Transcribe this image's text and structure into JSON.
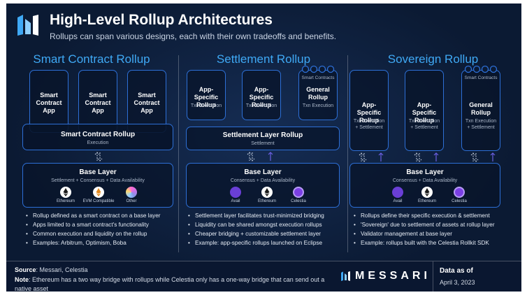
{
  "header": {
    "title": "High-Level Rollup Architectures",
    "subtitle": "Rollups can span various designs, each with their own tradeoffs and benefits."
  },
  "columns": {
    "smart": {
      "title": "Smart Contract Rollup",
      "apps": [
        "Smart\nContract\nApp",
        "Smart\nContract\nApp",
        "Smart\nContract\nApp"
      ],
      "rollup_title": "Smart Contract Rollup",
      "rollup_sub": "Execution",
      "base_title": "Base Layer",
      "base_sub": "Settlement + Consensus + Data Availability",
      "coins": [
        "Ethereum",
        "EVM Compatible",
        "Other"
      ],
      "bullets": [
        "Rollup defined as a smart contract on a base layer",
        "Apps limited to a smart contract's functionality",
        "Common execution and liquidity on the rollup",
        "Examples: Arbitrum, Optimism, Boba"
      ]
    },
    "settlement": {
      "title": "Settlement Rollup",
      "rollups": [
        {
          "title": "App-Specific\nRollup",
          "sub": "Txn Execution"
        },
        {
          "title": "App-Specific\nRollup",
          "sub": "Txn Execution"
        },
        {
          "title": "General\nRollup",
          "sub": "Txn Execution",
          "tag": "Smart Contracts"
        }
      ],
      "layer_title": "Settlement Layer Rollup",
      "layer_sub": "Settlement",
      "base_title": "Base Layer",
      "base_sub": "Consensus + Data Availability",
      "coins": [
        "Avail",
        "Ethereum",
        "Celestia"
      ],
      "bullets": [
        "Settlement layer facilitates trust-minimized bridging",
        "Liquidity can be shared amongst execution rollups",
        "Cheaper bridging + customizable settlement layer",
        "Example: app-specific rollups launched on Eclipse"
      ]
    },
    "sovereign": {
      "title": "Sovereign Rollup",
      "rollups": [
        {
          "title": "App-Specific\nRollup",
          "sub": "Txn Execution\n+ Settlement"
        },
        {
          "title": "App-Specific\nRollup",
          "sub": "Txn Execution\n+ Settlement"
        },
        {
          "title": "General\nRollup",
          "sub": "Txn Execution\n+ Settlement",
          "tag": "Smart Contracts"
        }
      ],
      "base_title": "Base Layer",
      "base_sub": "Consensus + Data Availability",
      "coins": [
        "Avail",
        "Ethereum",
        "Celestia"
      ],
      "bullets": [
        "Rollups define their specific execution & settlement",
        "'Sovereign' due to settlement of assets at rollup layer",
        "Validator management at base layer",
        "Example: rollups built with the Celestia Rollkit SDK"
      ]
    }
  },
  "footer": {
    "source_label": "Source",
    "source_text": ": Messari, Celestia",
    "note_label": "Note",
    "note_text": ": Ethereum has a two way bridge with rollups while Celestia only has a one-way bridge that can send out a native asset",
    "brand": "MESSARI",
    "data_as_of": "Data as of",
    "date": "April 3, 2023"
  },
  "colors": {
    "background": "#0b1a33",
    "accent": "#3fa9f5",
    "box_border": "#2d6fd6",
    "avail": "#6a3fd6",
    "celestia": "#7b3fe4"
  }
}
